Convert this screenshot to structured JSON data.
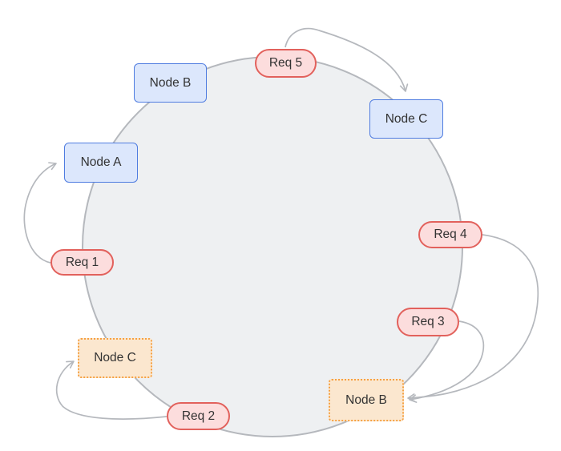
{
  "diagram": {
    "kind": "hash-ring-diagram",
    "ring": {
      "fill": "#eef0f2",
      "stroke": "#b5b8bd"
    },
    "colors": {
      "node_fill": "#dce7fc",
      "node_stroke": "#4f7ce0",
      "virtual_node_fill": "#fbe7cf",
      "virtual_node_stroke": "#f5a143",
      "request_fill": "#fcdddd",
      "request_stroke": "#e2615c",
      "edge": "#b5b8bd",
      "text": "#333333"
    },
    "nodes": [
      {
        "id": "node-b-top",
        "label": "Node B",
        "type": "node"
      },
      {
        "id": "node-a",
        "label": "Node A",
        "type": "node"
      },
      {
        "id": "node-c-top",
        "label": "Node C",
        "type": "node"
      },
      {
        "id": "node-c-virtual",
        "label": "Node C",
        "type": "virtual-node"
      },
      {
        "id": "node-b-virtual",
        "label": "Node B",
        "type": "virtual-node"
      },
      {
        "id": "req-5",
        "label": "Req 5",
        "type": "request"
      },
      {
        "id": "req-1",
        "label": "Req 1",
        "type": "request"
      },
      {
        "id": "req-4",
        "label": "Req 4",
        "type": "request"
      },
      {
        "id": "req-3",
        "label": "Req 3",
        "type": "request"
      },
      {
        "id": "req-2",
        "label": "Req 2",
        "type": "request"
      }
    ],
    "edges": [
      {
        "from": "req-1",
        "to": "node-a"
      },
      {
        "from": "req-5",
        "to": "node-c-top"
      },
      {
        "from": "req-4",
        "to": "node-b-virtual"
      },
      {
        "from": "req-3",
        "to": "node-b-virtual"
      },
      {
        "from": "req-2",
        "to": "node-c-virtual"
      }
    ]
  }
}
